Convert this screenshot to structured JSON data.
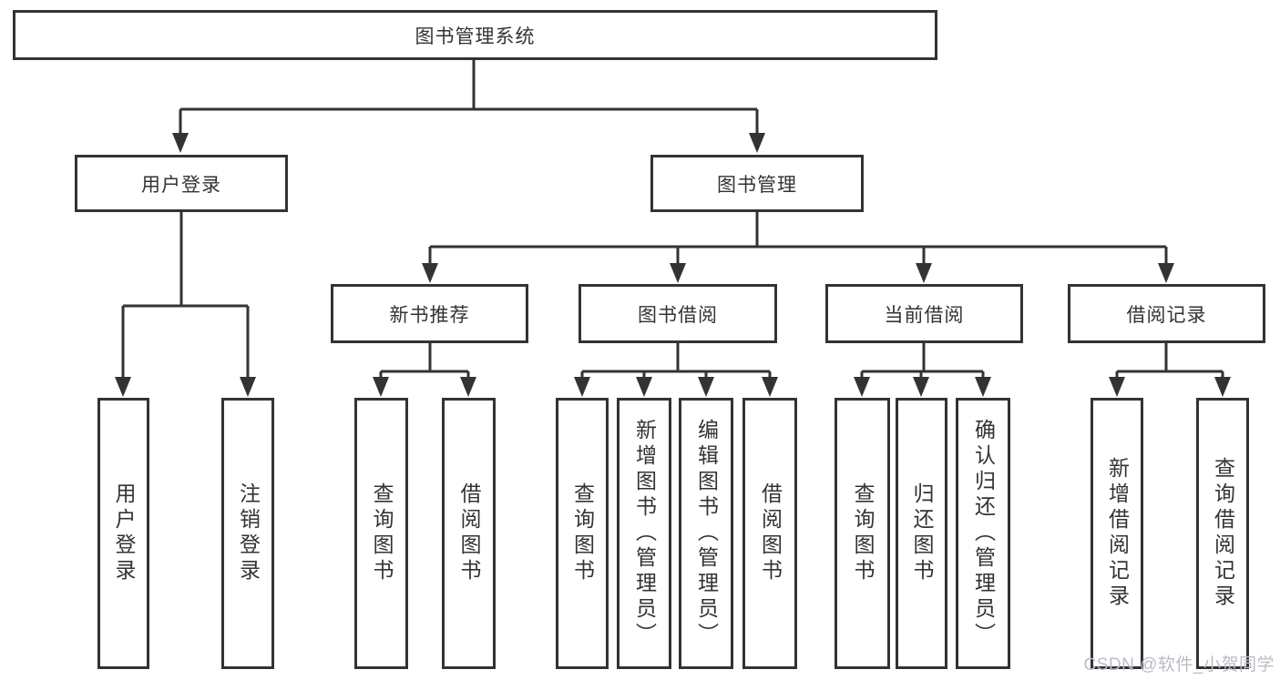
{
  "diagram": {
    "root": "图书管理系统",
    "level2": [
      "用户登录",
      "图书管理"
    ],
    "level3": [
      "新书推荐",
      "图书借阅",
      "当前借阅",
      "借阅记录"
    ],
    "leaves": {
      "user_login": [
        "用户登录",
        "注销登录"
      ],
      "new_book_recommend": [
        "查询图书",
        "借阅图书"
      ],
      "book_borrow": [
        "查询图书",
        "新增图书（管理员）",
        "编辑图书（管理员）",
        "借阅图书"
      ],
      "current_borrow": [
        "查询图书",
        "归还图书",
        "确认归还（管理员）"
      ],
      "borrow_record": [
        "新增借阅记录",
        "查询借阅记录"
      ]
    }
  },
  "watermark": "CSDN @软件_小贺同学",
  "colors": {
    "line": "#333333",
    "text": "#333333",
    "watermark": "#b9bdc6",
    "background": "#ffffff"
  }
}
